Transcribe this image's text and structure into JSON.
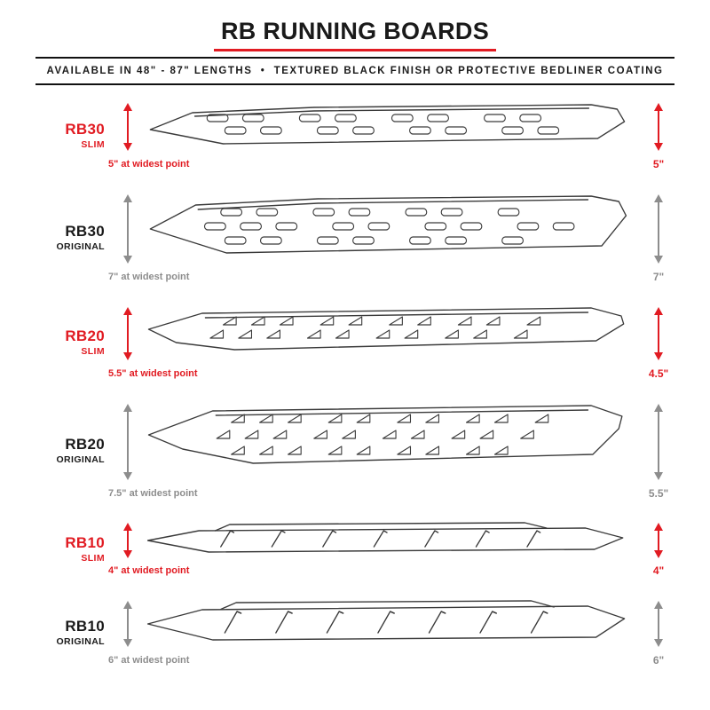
{
  "header": {
    "title": "RB RUNNING BOARDS",
    "subtitle": "AVAILABLE IN 48\" - 87\" LENGTHS  •  TEXTURED BLACK FINISH OR PROTECTIVE BEDLINER COATING"
  },
  "colors": {
    "accent_red": "#e11b22",
    "ink_black": "#1a1a1a",
    "measure_gray": "#8d8d8d"
  },
  "rows": [
    {
      "model": "RB30",
      "variant": "SLIM",
      "finish": "slim",
      "widest": "5\" at widest point",
      "height": "5\"",
      "pattern": "oval-slots"
    },
    {
      "model": "RB30",
      "variant": "ORIGINAL",
      "finish": "original",
      "widest": "7\" at widest point",
      "height": "7\"",
      "pattern": "oval-slots"
    },
    {
      "model": "RB20",
      "variant": "SLIM",
      "finish": "slim",
      "widest": "5.5\" at widest point",
      "height": "4.5\"",
      "pattern": "d-holes"
    },
    {
      "model": "RB20",
      "variant": "ORIGINAL",
      "finish": "original",
      "widest": "7.5\" at widest point",
      "height": "5.5\"",
      "pattern": "d-holes"
    },
    {
      "model": "RB10",
      "variant": "SLIM",
      "finish": "slim",
      "widest": "4\" at widest point",
      "height": "4\"",
      "pattern": "slash-marks"
    },
    {
      "model": "RB10",
      "variant": "ORIGINAL",
      "finish": "original",
      "widest": "6\" at widest point",
      "height": "6\"",
      "pattern": "slash-marks"
    }
  ]
}
